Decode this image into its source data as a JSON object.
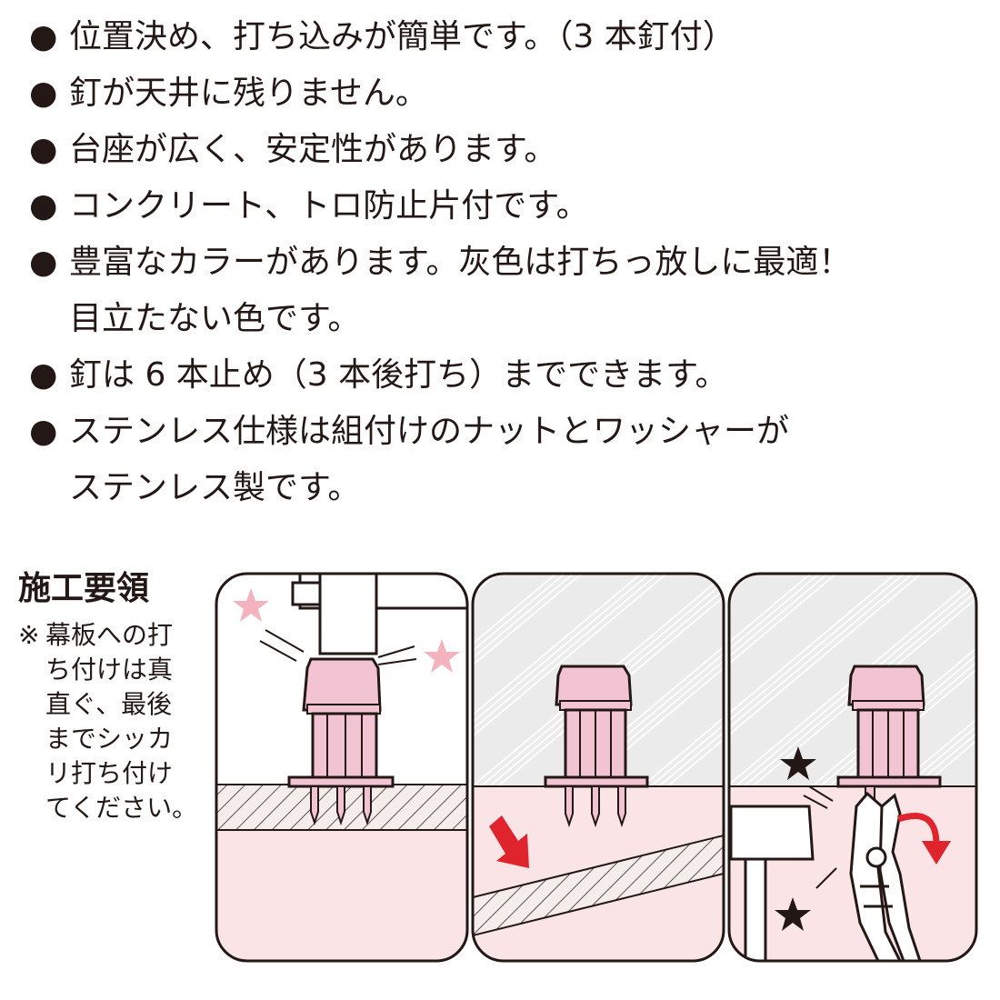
{
  "features": {
    "bullet": "●",
    "items": [
      "位置決め、打ち込みが簡単です。（3 本釘付）",
      "釘が天井に残りません。",
      "台座が広く、安定性があります。",
      "コンクリート、トロ防止片付です。",
      "豊富なカラーがあります。灰色は打ちっ放しに最適！",
      "目立たない色です。",
      "釘は 6 本止め（3 本後打ち）までできます。",
      "ステンレス仕様は組付けのナットとワッシャーが",
      "ステンレス製です。"
    ]
  },
  "procedure": {
    "title": "施工要領",
    "note_mark": "※",
    "note_lines": [
      "幕板への打",
      "ち付けは真",
      "直ぐ、最後",
      "までシッカ",
      "リ打ち付け",
      "てください。"
    ]
  },
  "colors": {
    "text": "#231815",
    "pink_part": "#f2c4d3",
    "pink_bg": "#fbe4e6",
    "panel_stroke": "#231815",
    "hatch": "#8a8082",
    "ceiling_gray": "#eaeaea",
    "star_pink": "#f4b1be"
  },
  "icons": [
    "hammer-icon",
    "pliers-icon",
    "spark-star-icon",
    "direction-arrow-icon"
  ]
}
